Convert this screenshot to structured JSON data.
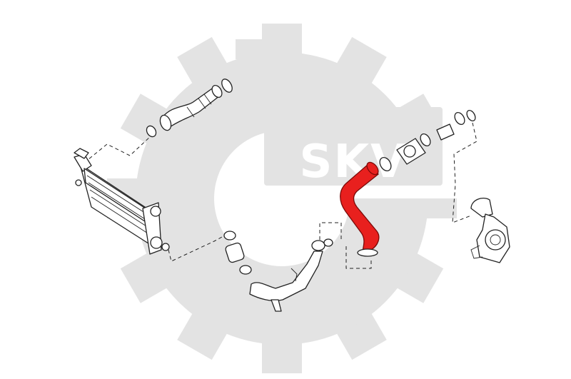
{
  "watermark": {
    "brand_text": "SKV",
    "color": "#e3e3e3"
  },
  "highlight_color": "#e8201e",
  "parts": [
    "intercooler",
    "upper-intercooler-hose",
    "lower-intercooler-pipe",
    "highlighted-turbo-hose",
    "throttle-connector",
    "turbocharger"
  ]
}
